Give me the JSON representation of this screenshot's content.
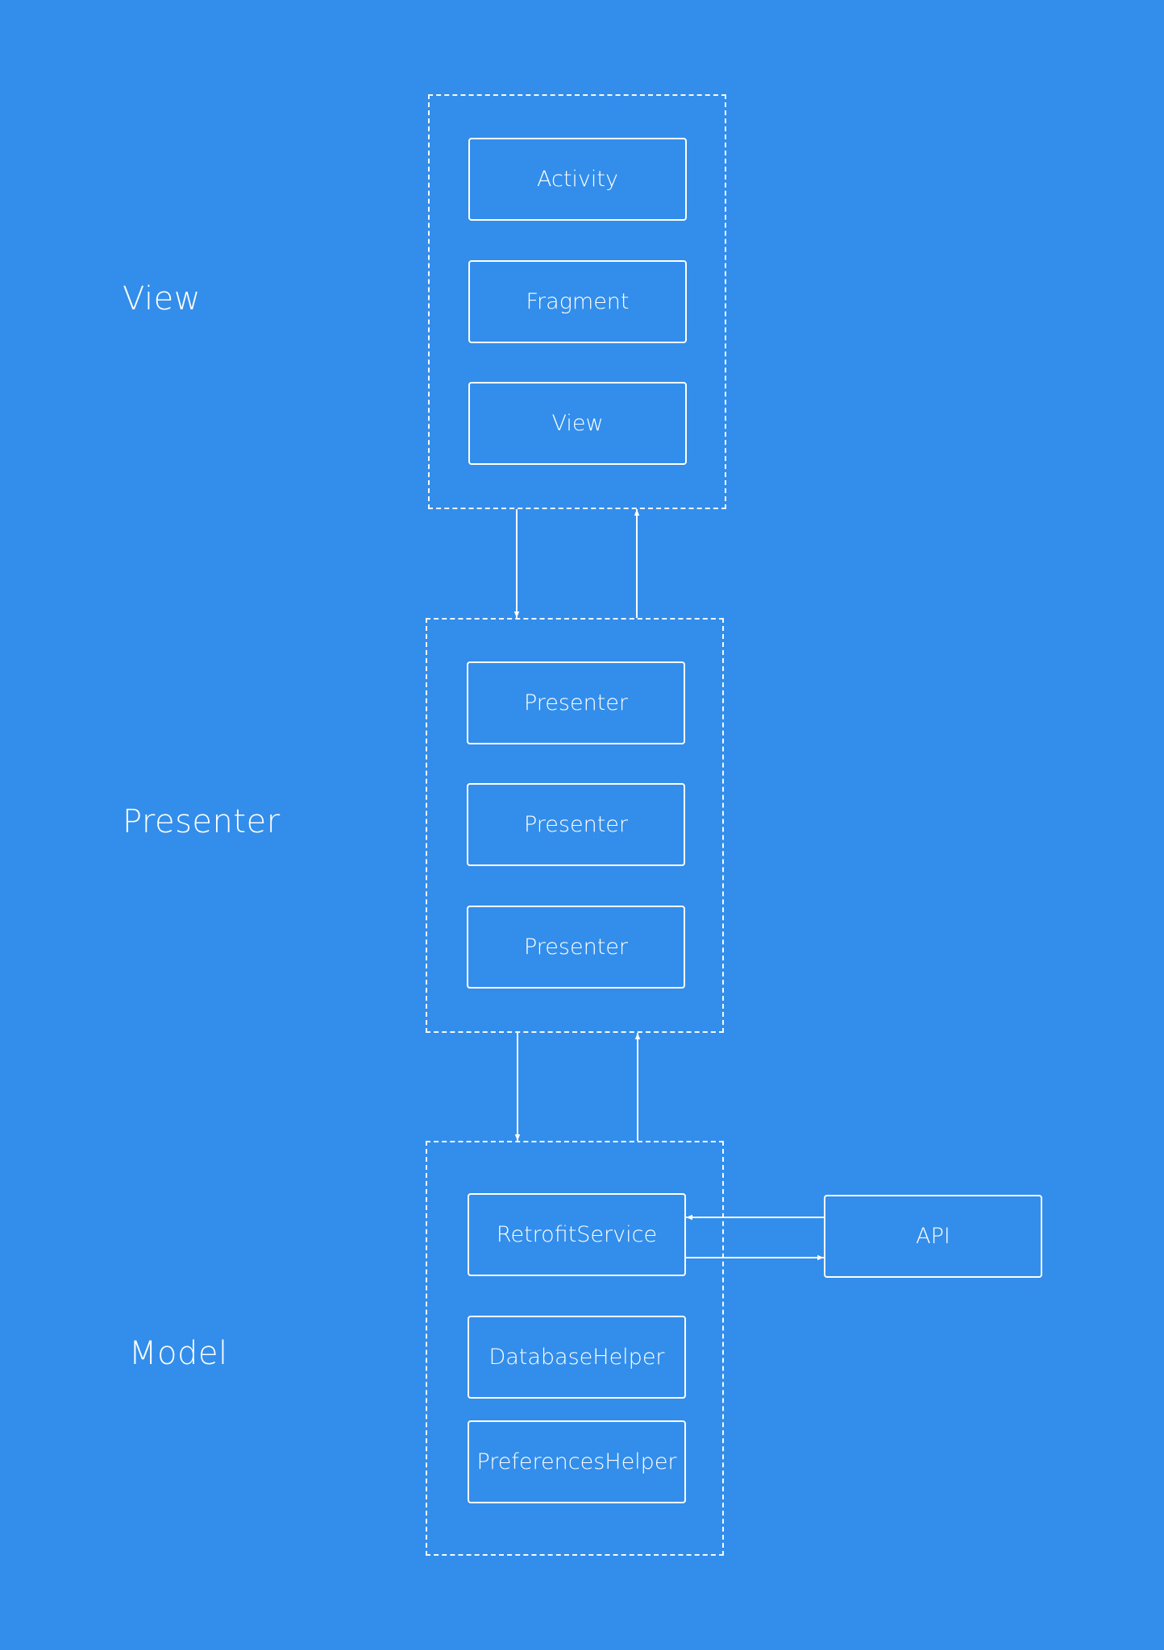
{
  "theme": {
    "background": "#328eea",
    "line": "#ffffff"
  },
  "layers": {
    "view": {
      "label": "View",
      "nodes": [
        "Activity",
        "Fragment",
        "View"
      ]
    },
    "presenter": {
      "label": "Presenter",
      "nodes": [
        "Presenter",
        "Presenter",
        "Presenter"
      ]
    },
    "model": {
      "label": "Model",
      "nodes": [
        "RetrofitService",
        "DatabaseHelper",
        "PreferencesHelper"
      ]
    }
  },
  "external": {
    "api": "API"
  }
}
